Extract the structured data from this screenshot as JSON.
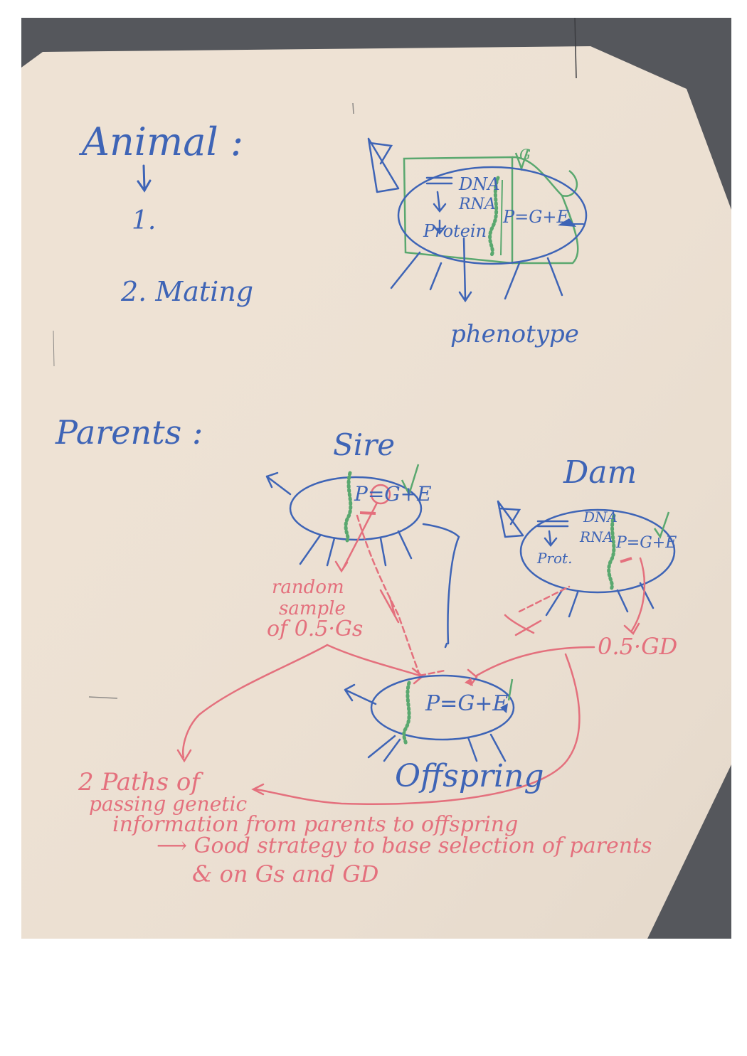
{
  "photo": {
    "subject": "whiteboard photo",
    "colors": {
      "board": "#eee2d4",
      "wall": "#55575c",
      "blue_ink": "#3e64b6",
      "red_ink": "#e4707d",
      "green_ink": "#5aa86f"
    }
  },
  "animal_section": {
    "heading": "Animal :",
    "item1": "1.",
    "item2": "2. Mating",
    "dna": "DNA",
    "rna": "RNA",
    "protein": "Protein",
    "formula": "P=G+E",
    "g_label": "G",
    "phenotype": "phenotype"
  },
  "parents_section": {
    "heading": "Parents :",
    "sire": "Sire",
    "dam": "Dam",
    "sire_formula": "P=G+E",
    "dam_dna": "DNA",
    "dam_rna": "RNA",
    "dam_protein": "Prot.",
    "dam_formula": "P=G+E",
    "sample_line1": "random",
    "sample_line2": "sample",
    "sample_line3": "of 0.5·Gs",
    "dam_half": "0.5·GD",
    "offspring_formula": "P=G+E",
    "offspring": "Offspring"
  },
  "notes": {
    "line1": "2 Paths of",
    "line2": "passing genetic",
    "line3": "information from parents to offspring",
    "line4": "⟶ Good strategy to base selection of parents",
    "line5": "& on Gs and GD"
  }
}
